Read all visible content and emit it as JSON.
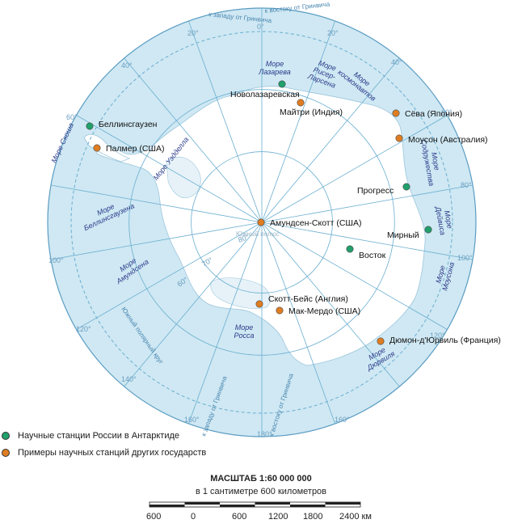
{
  "map": {
    "colors": {
      "ocean": "#cfe8f3",
      "land": "#ffffff",
      "graticule": "#6aaed0",
      "sea_label": "#2a3a8a",
      "russia_station": "#21a06b",
      "foreign_station": "#e07d22"
    },
    "graticule_labels": [
      {
        "id": "lon-0",
        "text": "0°"
      },
      {
        "id": "lon-20w",
        "text": "20°"
      },
      {
        "id": "lon-20e",
        "text": "20°"
      },
      {
        "id": "lon-40w",
        "text": "40°"
      },
      {
        "id": "lon-40e",
        "text": "40°"
      },
      {
        "id": "lon-60w",
        "text": "60°"
      },
      {
        "id": "lon-60e",
        "text": "60°"
      },
      {
        "id": "lon-80e",
        "text": "80°"
      },
      {
        "id": "lon-100w",
        "text": "100°"
      },
      {
        "id": "lon-100e",
        "text": "100°"
      },
      {
        "id": "lon-120w",
        "text": "120°"
      },
      {
        "id": "lon-120e",
        "text": "120°"
      },
      {
        "id": "lon-140w",
        "text": "140°"
      },
      {
        "id": "lon-160w",
        "text": "160°"
      },
      {
        "id": "lon-160e",
        "text": "160°"
      },
      {
        "id": "lon-180",
        "text": "180°"
      },
      {
        "id": "lat-60",
        "text": "60°"
      },
      {
        "id": "lat-70",
        "text": "70°"
      },
      {
        "id": "lat-80",
        "text": "80°"
      }
    ],
    "direction_labels": {
      "top_left": "к западу от Гринвича",
      "top_right": "к востоку от Гринвича",
      "bottom_left": "к западу от Гринвича",
      "bottom_right": "к востоку от Гринвича"
    },
    "pole_label": "Южный полюс",
    "circle_label": "Южный полярный круг",
    "seas": [
      {
        "id": "lazareva",
        "lines": [
          "Море",
          "Лазарева"
        ]
      },
      {
        "id": "riser-larsena",
        "lines": [
          "Море",
          "Рисер-",
          "Ларсена"
        ]
      },
      {
        "id": "kosmonavtov",
        "lines": [
          "Море",
          "космонавтов"
        ]
      },
      {
        "id": "skosha",
        "lines": [
          "Море Скоша"
        ]
      },
      {
        "id": "ueddella",
        "lines": [
          "Море Уэдделла"
        ]
      },
      {
        "id": "sodruzhestva",
        "lines": [
          "Море",
          "Содружества"
        ]
      },
      {
        "id": "deyvisa",
        "lines": [
          "Море",
          "Дейвиса"
        ]
      },
      {
        "id": "bellinsgauzena",
        "lines": [
          "Море",
          "Беллинсгаузена"
        ]
      },
      {
        "id": "amundsena",
        "lines": [
          "Море",
          "Амундсена"
        ]
      },
      {
        "id": "mousona",
        "lines": [
          "Море",
          "Моусона"
        ]
      },
      {
        "id": "rossa",
        "lines": [
          "Море",
          "Росса"
        ]
      },
      {
        "id": "dyurvilya",
        "lines": [
          "Море",
          "Дюрвиля"
        ]
      }
    ],
    "stations": [
      {
        "id": "novolazarevskaya",
        "name": "Новолазаревская",
        "type": "russia"
      },
      {
        "id": "maitri",
        "name": "Майтри (Индия)",
        "type": "foreign"
      },
      {
        "id": "syowa",
        "name": "Сёва (Япония)",
        "type": "foreign"
      },
      {
        "id": "mawson",
        "name": "Моусон (Австралия)",
        "type": "foreign"
      },
      {
        "id": "bellingshausen",
        "name": "Беллинсгаузен",
        "type": "russia"
      },
      {
        "id": "palmer",
        "name": "Палмер (США)",
        "type": "foreign"
      },
      {
        "id": "progress",
        "name": "Прогресс",
        "type": "russia"
      },
      {
        "id": "amundsen-scott",
        "name": "Амундсен-Скотт (США)",
        "type": "foreign"
      },
      {
        "id": "mirny",
        "name": "Мирный",
        "type": "russia"
      },
      {
        "id": "vostok",
        "name": "Восток",
        "type": "russia"
      },
      {
        "id": "scott-base",
        "name": "Скотт-Бейс (Англия)",
        "type": "foreign"
      },
      {
        "id": "mcmurdo",
        "name": "Мак-Мердо (США)",
        "type": "foreign"
      },
      {
        "id": "dumont",
        "name": "Дюмон-д'Юрвиль (Франция)",
        "type": "foreign"
      }
    ]
  },
  "legend": {
    "russia": "Научные станции России в Антарктиде",
    "foreign": "Примеры научных станций других государств"
  },
  "scale": {
    "title": "МАСШТАБ 1:60 000 000",
    "subtitle": "в 1 сантиметре 600  километров",
    "ticks": [
      "600",
      "0",
      "600",
      "1200",
      "1800",
      "2400 км"
    ]
  }
}
